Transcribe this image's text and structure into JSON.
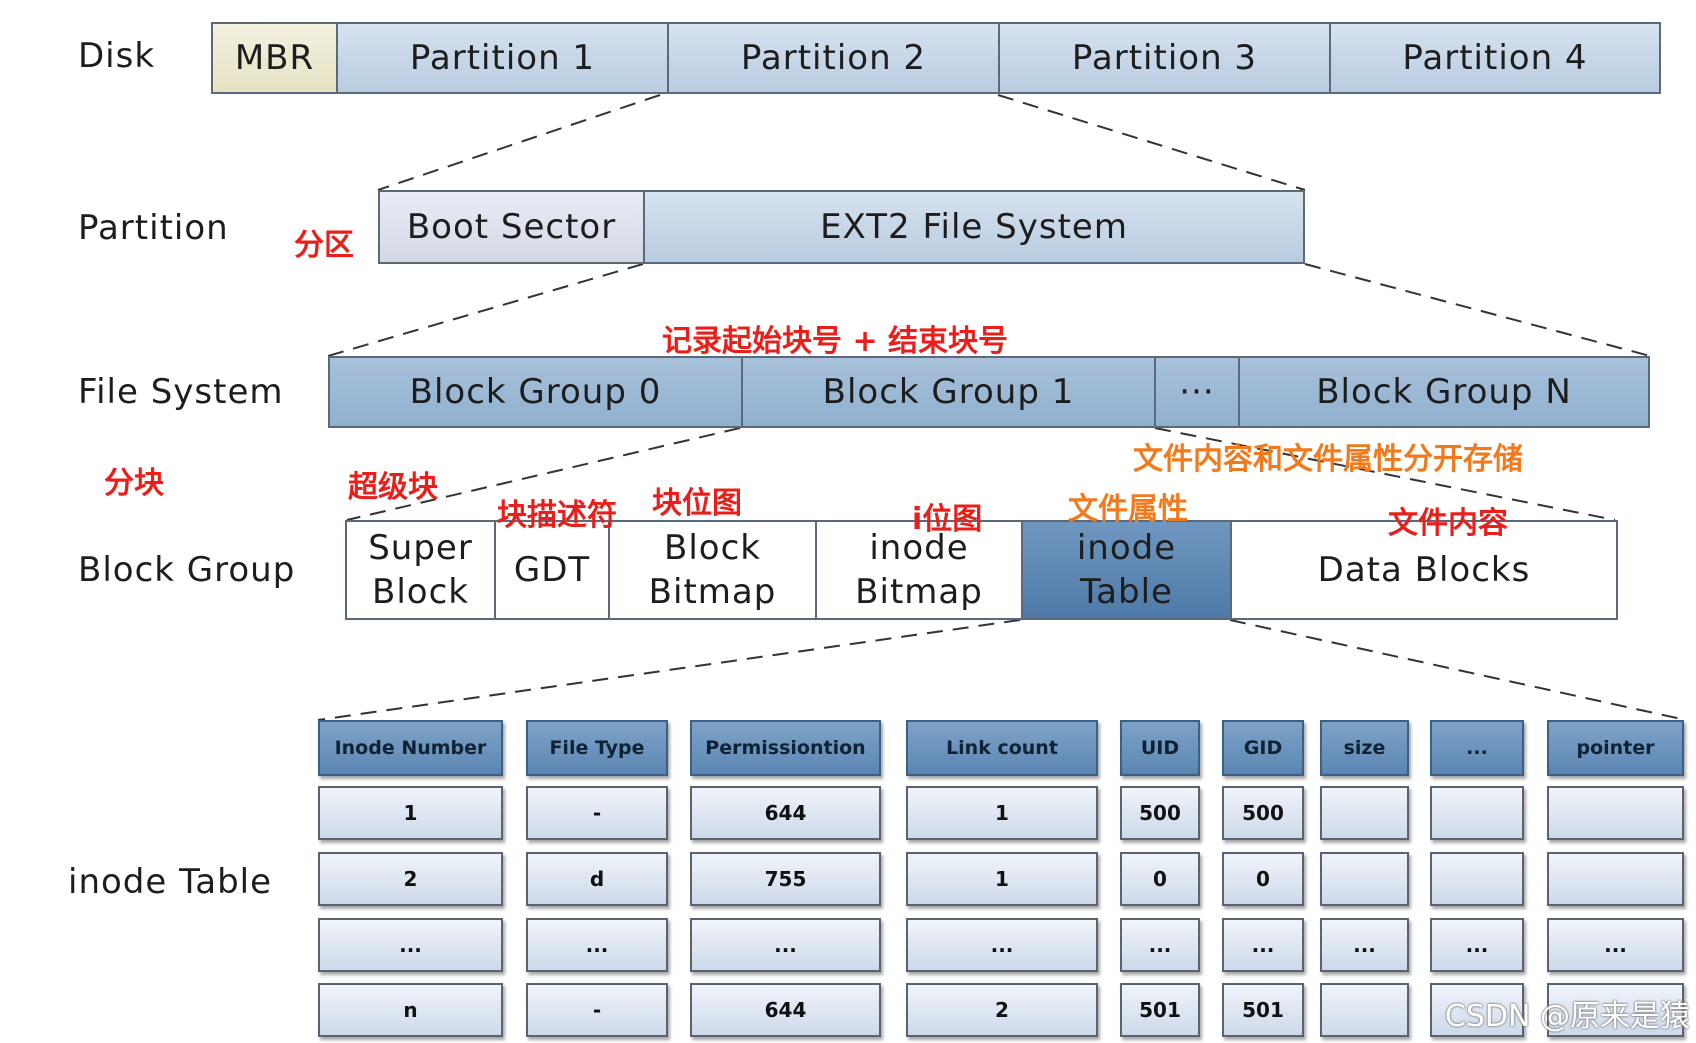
{
  "row_labels": {
    "disk": "Disk",
    "partition": "Partition",
    "file_system": "File System",
    "block_group": "Block Group",
    "inode_table": "inode Table"
  },
  "disk": {
    "mbr": "MBR",
    "partitions": [
      "Partition 1",
      "Partition 2",
      "Partition 3",
      "Partition 4"
    ]
  },
  "partition": {
    "boot_sector": "Boot Sector",
    "ext2": "EXT2 File System"
  },
  "file_system": {
    "groups": [
      "Block Group 0",
      "Block Group 1",
      "···",
      "Block Group N"
    ]
  },
  "block_group": {
    "super_block": [
      "Super",
      "Block"
    ],
    "gdt": "GDT",
    "block_bitmap": [
      "Block",
      "Bitmap"
    ],
    "inode_bitmap": [
      "inode",
      "Bitmap"
    ],
    "inode_table": [
      "inode",
      "Table"
    ],
    "data_blocks": "Data Blocks"
  },
  "annotations": {
    "partition_cn": "分区",
    "record_cn": "记录起始块号 + 结束块号",
    "split_cn": "分块",
    "super_cn": "超级块",
    "gdt_cn": "块描述符",
    "block_bitmap_cn": "块位图",
    "inode_bitmap_cn": "i位图",
    "attr_cn": "文件属性",
    "separate_cn": "文件内容和文件属性分开存储",
    "content_cn": "文件内容"
  },
  "inode_table": {
    "headers": [
      "Inode Number",
      "File Type",
      "Permissiontion",
      "Link count",
      "UID",
      "GID",
      "size",
      "...",
      "pointer"
    ],
    "rows": [
      [
        "1",
        "-",
        "644",
        "1",
        "500",
        "500",
        "",
        "",
        ""
      ],
      [
        "2",
        "d",
        "755",
        "1",
        "0",
        "0",
        "",
        "",
        ""
      ],
      [
        "...",
        "...",
        "...",
        "...",
        "...",
        "...",
        "...",
        "...",
        "..."
      ],
      [
        "n",
        "-",
        "644",
        "2",
        "501",
        "501",
        "",
        "",
        ""
      ]
    ]
  },
  "watermark": "CSDN @原来是猿",
  "colors": {
    "annotation_red": "#e8201b",
    "annotation_orange": "#f07b1e",
    "header_blue": "#5b86b2",
    "highlight_blue": "#4f7aa8"
  }
}
